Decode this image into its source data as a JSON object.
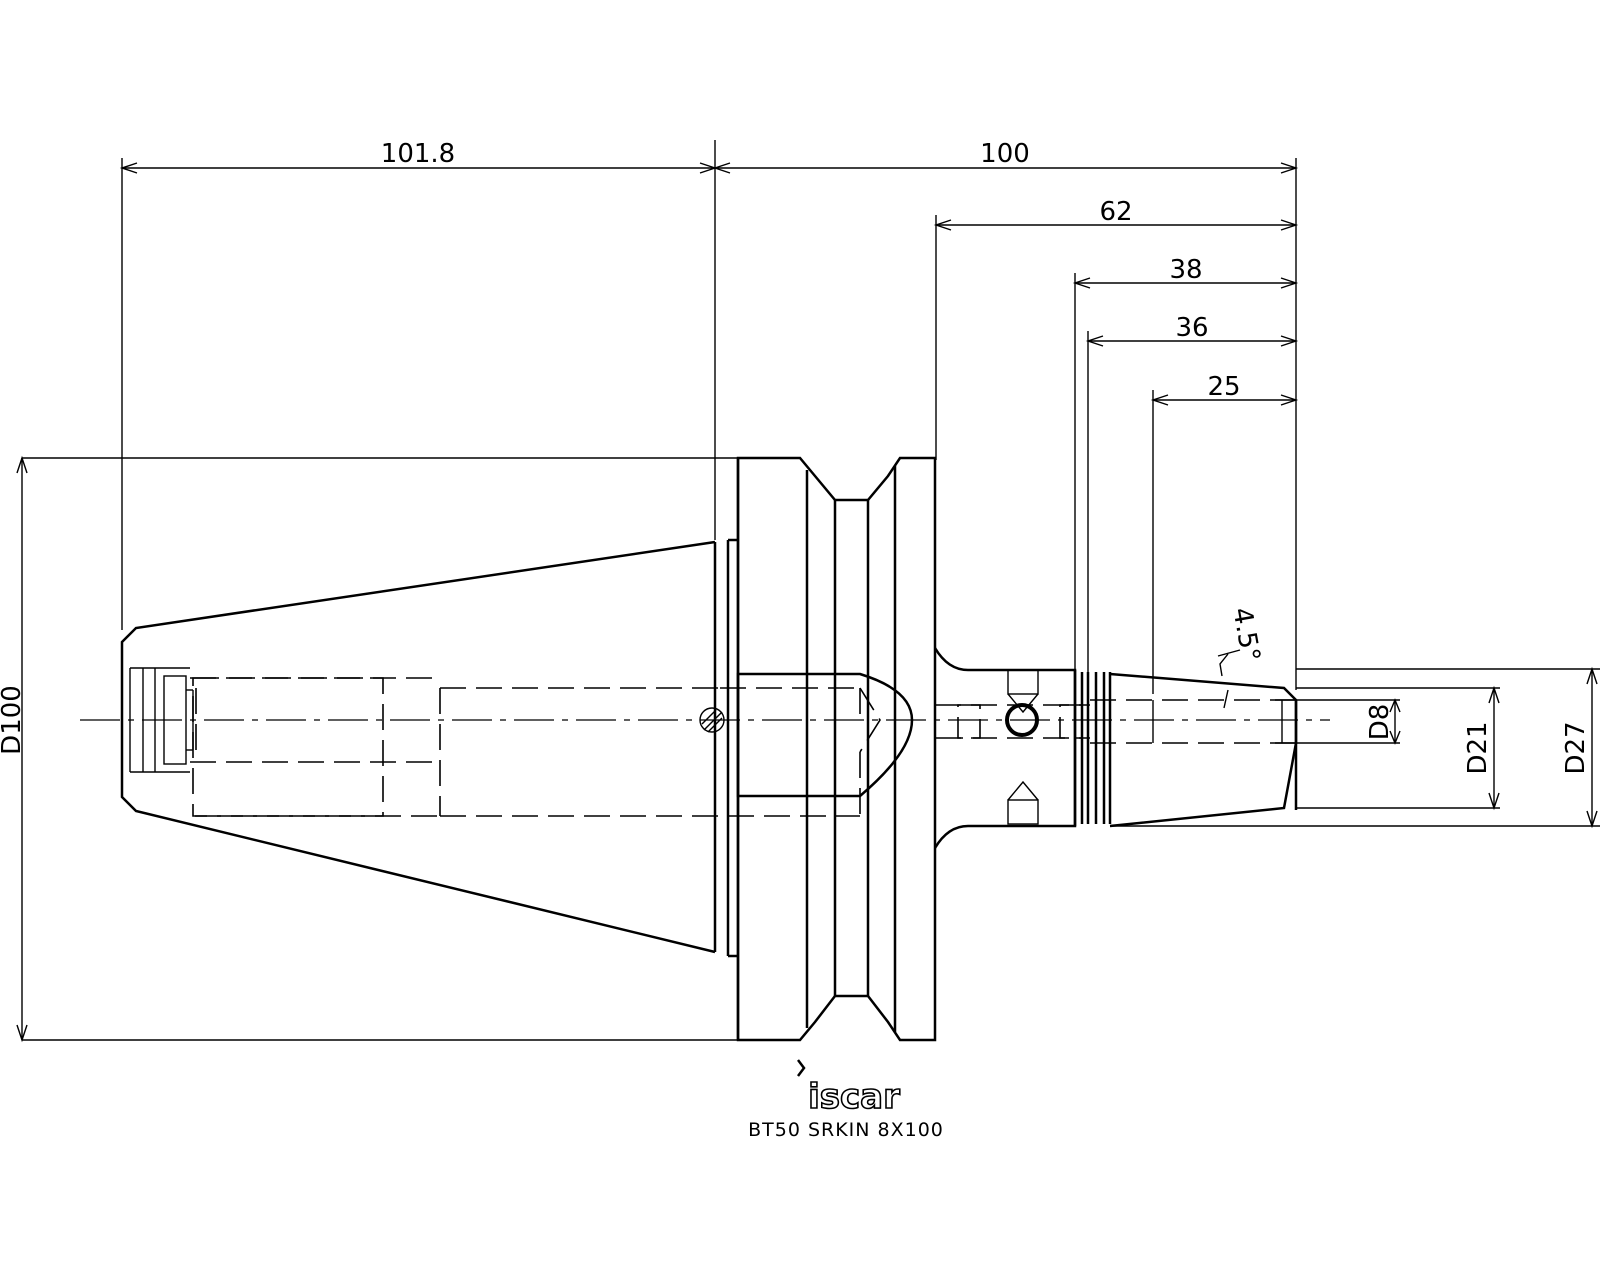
{
  "dimensions": {
    "d_101_8": "101.8",
    "d_100": "100",
    "d_62": "62",
    "d_38": "38",
    "d_36": "36",
    "d_25": "25",
    "angle": "4.5°",
    "dia_100": "D100",
    "dia_8": "D8",
    "dia_21": "D21",
    "dia_27": "D27"
  },
  "logo": {
    "text": "iscar"
  },
  "caption": "BT50  SRKIN  8X100"
}
